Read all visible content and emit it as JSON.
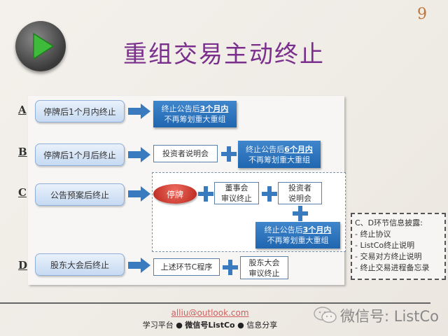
{
  "page_number": "9",
  "title": "重组交易主动终止",
  "rows": {
    "A": {
      "letter": "A",
      "trigger": "停牌后1个月内终止",
      "result_pre": "终止公告后",
      "result_bold": "3个月内",
      "result_line2": "不再筹划重大重组"
    },
    "B": {
      "letter": "B",
      "trigger": "停牌后1个月后终止",
      "step1": "投资者说明会",
      "result_pre": "终止公告后",
      "result_bold": "6个月内",
      "result_line2": "不再筹划重大重组"
    },
    "C": {
      "letter": "C",
      "trigger": "公告预案后终止",
      "halt": "停牌",
      "step1_l1": "董事会",
      "step1_l2": "审议终止",
      "step2_l1": "投资者",
      "step2_l2": "说明会",
      "result_pre": "终止公告后",
      "result_bold": "3个月内",
      "result_line2": "不再筹划重大重组"
    },
    "D": {
      "letter": "D",
      "trigger": "股东大会后终止",
      "step1": "上述环节C程序",
      "step2_l1": "股东大会",
      "step2_l2": "审议终止"
    }
  },
  "info": {
    "heading": "C、D环节信息披露:",
    "items": [
      "- 终止协议",
      "- ListCo终止说明",
      "- 交易对方终止说明",
      "- 终止交易进程备忘录"
    ]
  },
  "footer": {
    "email": "alliu@outlook.com",
    "slogan_a": "学习平台 ● ",
    "slogan_b": "微信号ListCo",
    "slogan_c": " ● 信息分享",
    "wechat": "微信号: ListCo"
  },
  "colors": {
    "title": "#7a2f8c",
    "blue_box": "#2a72bd",
    "halt_red": "#c8302a"
  }
}
